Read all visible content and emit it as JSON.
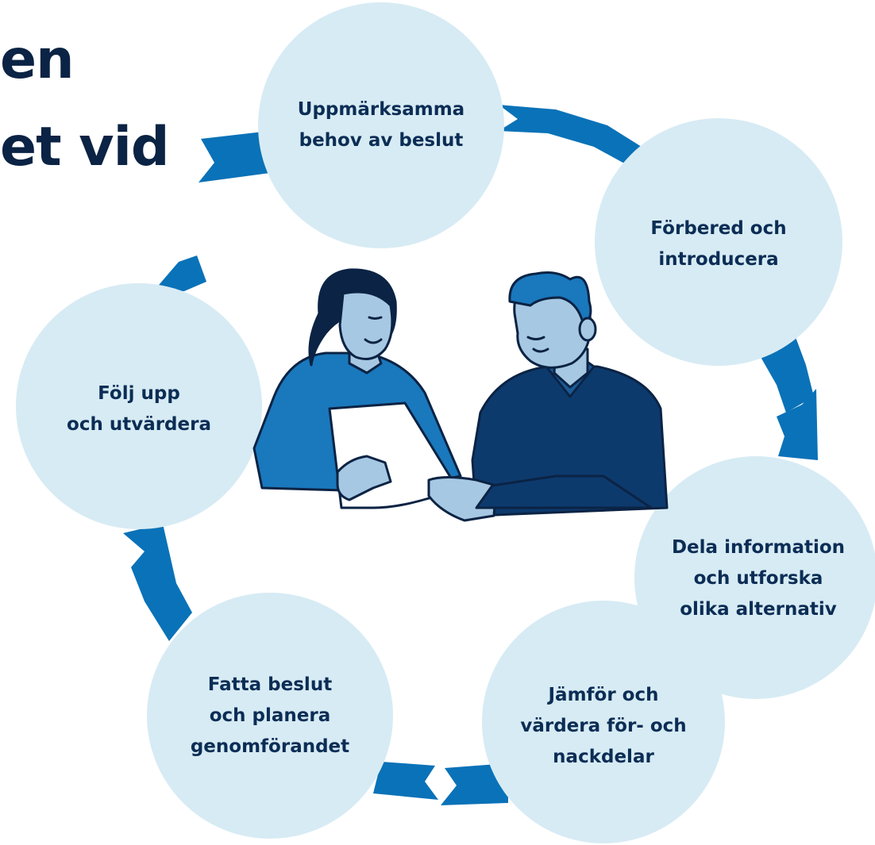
{
  "heading": {
    "line1": "en",
    "line2": "et vid"
  },
  "cycle_steps": [
    {
      "id": "notice",
      "label": "Uppmärksamma\nbehov av beslut"
    },
    {
      "id": "prepare",
      "label": "Förbered och\nintroducera"
    },
    {
      "id": "share",
      "label": "Dela information\noch utforska\nolika alternativ"
    },
    {
      "id": "compare",
      "label": "Jämför och\nvärdera för- och\nnackdelar"
    },
    {
      "id": "decide",
      "label": "Fatta beslut\noch planera\ngenomförandet"
    },
    {
      "id": "follow",
      "label": "Följ upp\noch utvärdera"
    }
  ],
  "colors": {
    "arrow": "#0a72b8",
    "circle_fill": "#d7ebf4",
    "label_text": "#0b2d55",
    "heading_text": "#0b2344",
    "woman_top": "#1a78bd",
    "woman_skin": "#a7c8e2",
    "man_shirt": "#0d3a6d",
    "hair_dark": "#0b2344",
    "tablet": "#ffffff"
  },
  "icons": [
    "cycle-arrow-icon",
    "people-discussing-illustration"
  ]
}
